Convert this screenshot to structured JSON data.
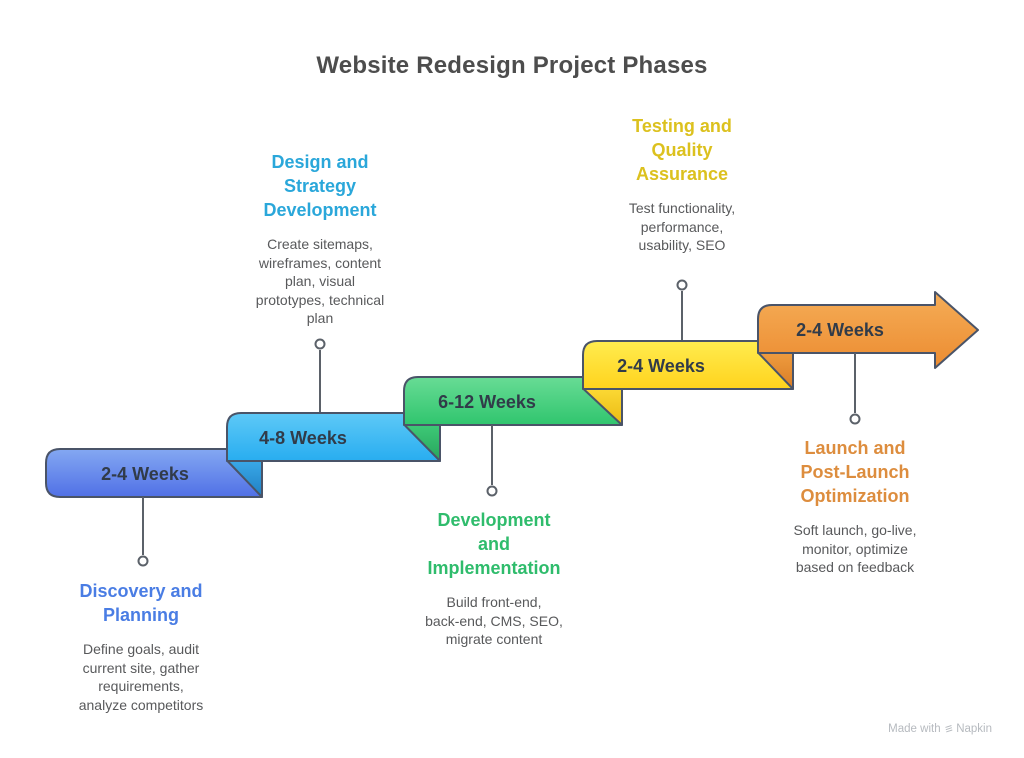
{
  "title": "Website Redesign Project Phases",
  "diagram_type": "staircase-ribbon-timeline",
  "phases": [
    {
      "duration": "2-4 Weeks",
      "heading": "Discovery and\nPlanning",
      "description": "Define goals, audit\ncurrent site, gather\nrequirements,\nanalyze competitors",
      "ribbon_color": "#5b7ce8",
      "heading_color": "#4a7de4",
      "text_position": "below"
    },
    {
      "duration": "4-8 Weeks",
      "heading": "Design and\nStrategy\nDevelopment",
      "description": "Create sitemaps,\nwireframes, content\nplan, visual\nprototypes, technical\nplan",
      "ribbon_color": "#35b5f2",
      "heading_color": "#2aa7da",
      "text_position": "above"
    },
    {
      "duration": "6-12 Weeks",
      "heading": "Development\nand\nImplementation",
      "description": "Build front-end,\nback-end, CMS, SEO,\nmigrate content",
      "ribbon_color": "#3fcd78",
      "heading_color": "#2fbc6c",
      "text_position": "below"
    },
    {
      "duration": "2-4 Weeks",
      "heading": "Testing and\nQuality\nAssurance",
      "description": "Test functionality,\nperformance,\nusability, SEO",
      "ribbon_color": "#ffdf33",
      "heading_color": "#dcc11e",
      "text_position": "above"
    },
    {
      "duration": "2-4 Weeks",
      "heading": "Launch and\nPost-Launch\nOptimization",
      "description": "Soft launch, go-live,\nmonitor, optimize\nbased on feedback",
      "ribbon_color": "#f09c42",
      "heading_color": "#dd8d3e",
      "text_position": "below"
    }
  ],
  "palette": {
    "outline": "#4a5468",
    "connector": "#5b6169",
    "title_text": "#4d4d4d",
    "body_text": "#58595b",
    "ribbon_label_text": "#313b49"
  },
  "watermark": {
    "prefix": "Made with",
    "brand": "Napkin"
  }
}
